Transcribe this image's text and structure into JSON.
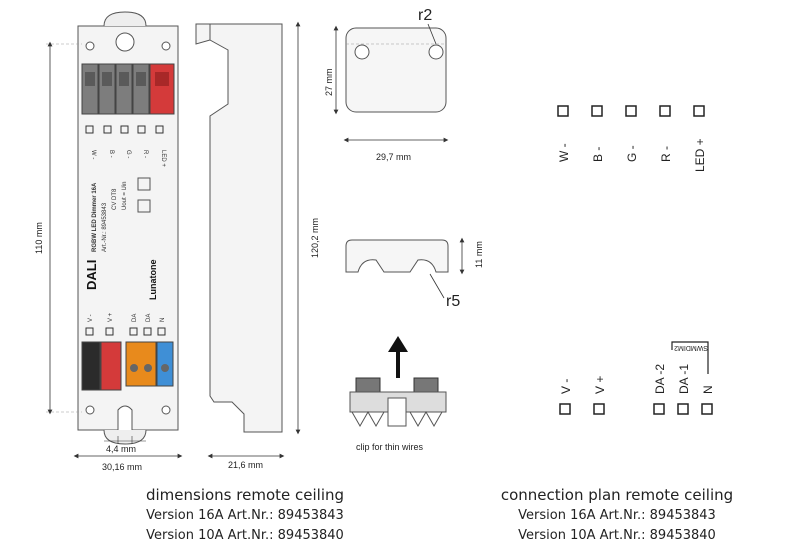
{
  "dimensions": {
    "height_110": "110 mm",
    "height_120": "120,2 mm",
    "width_3016": "30,16 mm",
    "width_44": "4,4 mm",
    "depth_216": "21,6 mm",
    "height_27": "27 mm",
    "width_297": "29,7 mm",
    "height_11": "11 mm",
    "radius_r2": "r2",
    "radius_r5": "r5"
  },
  "device_label": {
    "brand": "DALI",
    "model": "RGBW LED Dimmer 16A",
    "art_nr": "Art.-Nr.: 89453843",
    "cv": "CV DT8",
    "uout": "Uout = Uin",
    "maker": "Lunatone",
    "top_terminals": [
      "W -",
      "B -",
      "G -",
      "R -",
      "LED +"
    ],
    "bottom_terminals": [
      "V -",
      "V +",
      "DA",
      "DA",
      "N"
    ]
  },
  "clip_caption": "clip for thin wires",
  "connection_plan": {
    "top": [
      "W -",
      "B -",
      "G -",
      "R -",
      "LED +"
    ],
    "bottom": [
      "V -",
      "V +",
      "DA -2",
      "DA -1",
      "N"
    ],
    "swm_label": "SWMDIM2"
  },
  "captions": {
    "left_title": "dimensions remote ceiling",
    "left_v16": "Version 16A Art.Nr.: 89453843",
    "left_v10": "Version 10A Art.Nr.: 89453840",
    "right_title": "connection plan remote ceiling",
    "right_v16": "Version 16A Art.Nr.: 89453843",
    "right_v10": "Version 10A Art.Nr.: 89453840"
  },
  "colors": {
    "terminal_grey": "#7d7d7d",
    "terminal_red": "#d43a3a",
    "terminal_black": "#2b2b2b",
    "terminal_orange": "#e88a1c",
    "terminal_blue": "#3f8fd6"
  }
}
